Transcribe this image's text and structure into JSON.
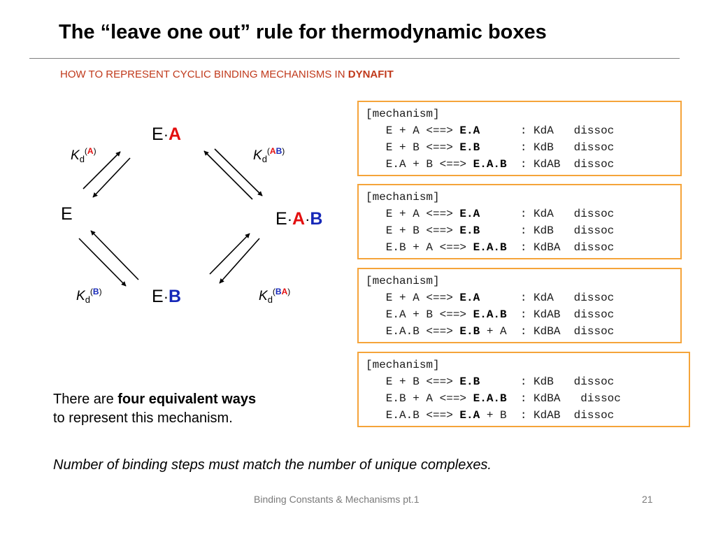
{
  "title": "The “leave one out” rule for thermodynamic boxes",
  "subtitle": {
    "prefix": "HOW TO REPRESENT CYCLIC BINDING MECHANISMS IN ",
    "bold": "DYNAFIT"
  },
  "diagram": {
    "E": "E",
    "dot": "·",
    "A": "A",
    "B": "B",
    "K": "K",
    "d": "d",
    "open_paren": "(",
    "close_paren": ")",
    "colors": {
      "A": "#e30f0f",
      "B": "#1527b8",
      "arrows": "#000000"
    }
  },
  "mechanisms": [
    {
      "rows": [
        [
          {
            "t": "[mechanism]"
          }
        ],
        [
          {
            "t": "   E + A <==> "
          },
          {
            "t": "E.A",
            "b": true
          },
          {
            "t": "      : KdA   dissoc"
          }
        ],
        [
          {
            "t": "   E + B <==> "
          },
          {
            "t": "E.B",
            "b": true
          },
          {
            "t": "      : KdB   dissoc"
          }
        ],
        [
          {
            "t": "   E.A + B <==> "
          },
          {
            "t": "E.A.B",
            "b": true
          },
          {
            "t": "  : KdAB  dissoc"
          }
        ]
      ]
    },
    {
      "rows": [
        [
          {
            "t": "[mechanism]"
          }
        ],
        [
          {
            "t": "   E + A <==> "
          },
          {
            "t": "E.A",
            "b": true
          },
          {
            "t": "      : KdA   dissoc"
          }
        ],
        [
          {
            "t": "   E + B <==> "
          },
          {
            "t": "E.B",
            "b": true
          },
          {
            "t": "      : KdB   dissoc"
          }
        ],
        [
          {
            "t": "   E.B + A <==> "
          },
          {
            "t": "E.A.B",
            "b": true
          },
          {
            "t": "  : KdBA  dissoc"
          }
        ]
      ]
    },
    {
      "rows": [
        [
          {
            "t": "[mechanism]"
          }
        ],
        [
          {
            "t": "   E + A <==> "
          },
          {
            "t": "E.A",
            "b": true
          },
          {
            "t": "      : KdA   dissoc"
          }
        ],
        [
          {
            "t": "   E.A + B <==> "
          },
          {
            "t": "E.A.B",
            "b": true
          },
          {
            "t": "  : KdAB  dissoc"
          }
        ],
        [
          {
            "t": "   E.A.B <==> "
          },
          {
            "t": "E.B",
            "b": true
          },
          {
            "t": " + A  : KdBA  dissoc"
          }
        ]
      ]
    },
    {
      "rows": [
        [
          {
            "t": "[mechanism]"
          }
        ],
        [
          {
            "t": "   E + B <==> "
          },
          {
            "t": "E.B",
            "b": true
          },
          {
            "t": "      : KdB   dissoc"
          }
        ],
        [
          {
            "t": "   E.B + A <==> "
          },
          {
            "t": "E.A.B",
            "b": true
          },
          {
            "t": "  : KdBA   dissoc"
          }
        ],
        [
          {
            "t": "   E.A.B <==> "
          },
          {
            "t": "E.A",
            "b": true
          },
          {
            "t": " + B  : KdAB  dissoc"
          }
        ]
      ]
    }
  ],
  "mech_border_color": "#f5a43a",
  "note1": {
    "prefix": "There are ",
    "bold": "four equivalent ways",
    "suffix": "to represent this mechanism."
  },
  "note2": "Number of binding steps must match the number of unique complexes.",
  "footer": "Binding Constants & Mechanisms pt.1",
  "page_number": "21"
}
